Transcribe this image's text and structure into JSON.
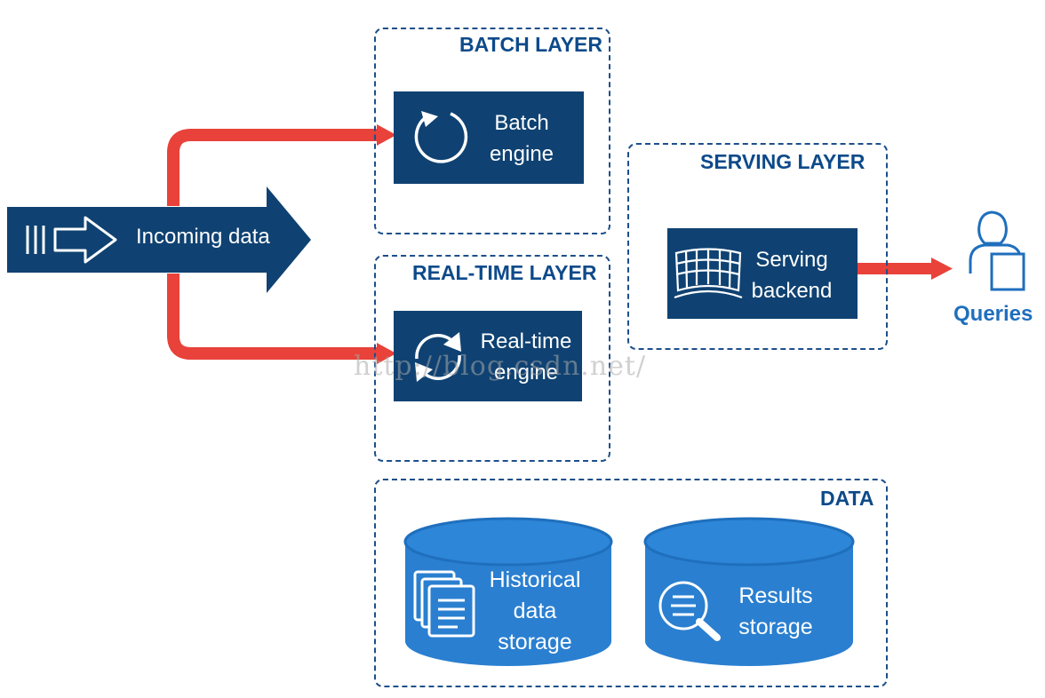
{
  "incoming": {
    "label": "Incoming data"
  },
  "batch_layer": {
    "title": "BATCH LAYER",
    "engine_label": "Batch\nengine"
  },
  "realtime_layer": {
    "title": "REAL-TIME LAYER",
    "engine_label": "Real-time\nengine"
  },
  "serving_layer": {
    "title": "SERVING LAYER",
    "backend_label": "Serving\nbackend"
  },
  "queries": {
    "label": "Queries"
  },
  "data_layer": {
    "title": "DATA",
    "historical_label": "Historical\ndata\nstorage",
    "results_label": "Results\nstorage"
  },
  "watermark": "http://blog.csdn.net/",
  "colors": {
    "navy": "#0f4272",
    "dashed_border": "#1d4f8a",
    "title_blue": "#0e4a8a",
    "arrow_red": "#e8423a",
    "db_blue": "#2a7fd0",
    "db_top": "#1f6fbd"
  }
}
